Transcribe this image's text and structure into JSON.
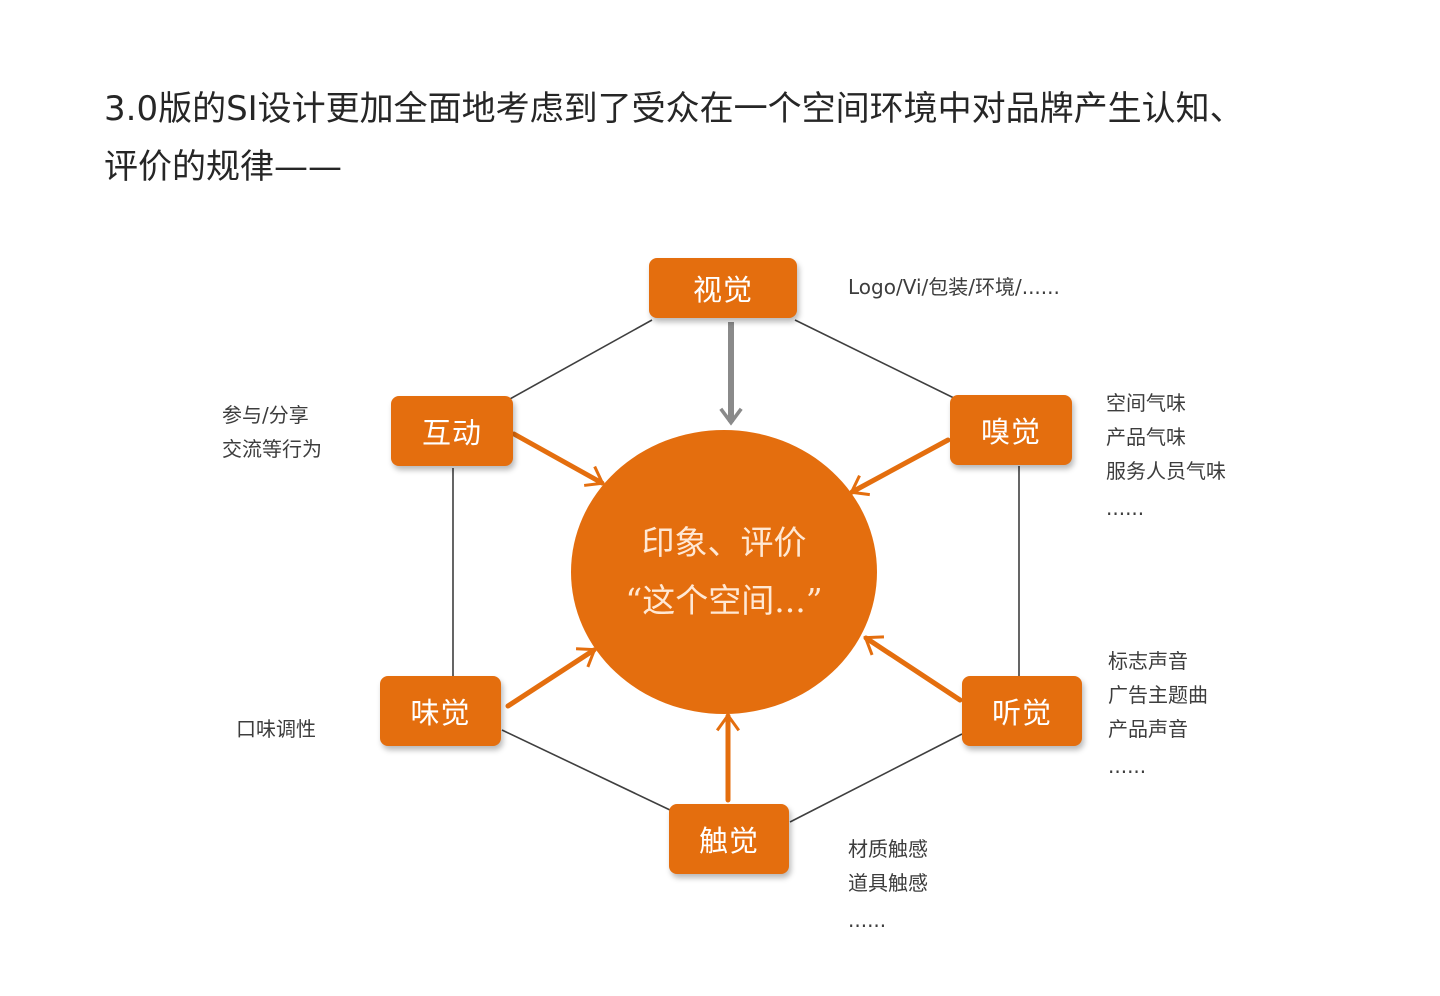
{
  "heading": {
    "line1": "3.0版的SI设计更加全面地考虑到了受众在一个空间环境中对品牌产生认知、",
    "line2": "评价的规律——"
  },
  "center": {
    "line1": "印象、评价",
    "line2": "“这个空间...”"
  },
  "nodes": {
    "vision": "视觉",
    "smell": "嗅觉",
    "hearing": "听觉",
    "touch": "触觉",
    "taste": "味觉",
    "interaction": "互动"
  },
  "notes": {
    "vision": [
      "Logo/Vi/包装/环境/......"
    ],
    "smell": [
      "空间气味",
      "产品气味",
      "服务人员气味",
      "......"
    ],
    "hearing": [
      "标志声音",
      "广告主题曲",
      "产品声音",
      "......"
    ],
    "touch": [
      "材质触感",
      "道具触感",
      "......"
    ],
    "taste": [
      "口味调性"
    ],
    "interaction": [
      "参与/分享",
      "交流等行为"
    ]
  },
  "colors": {
    "accent": "#e46e0e",
    "hexagon_line": "#3f3f3f",
    "vision_arrow": "#8a8a8a",
    "text": "#262626"
  }
}
